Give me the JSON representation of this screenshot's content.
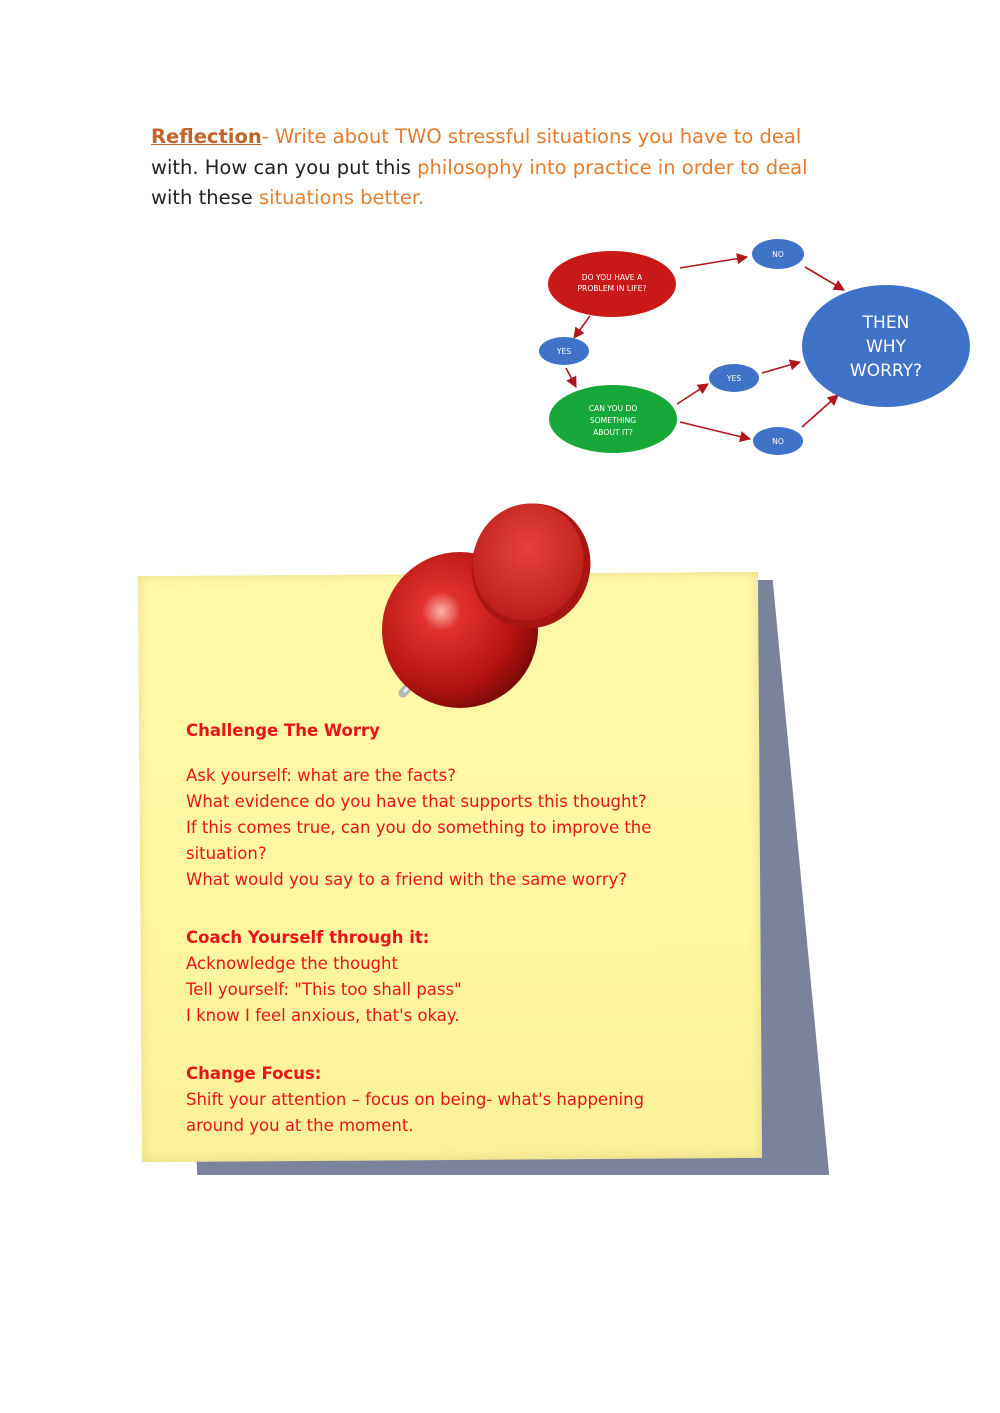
{
  "reflection": {
    "heading": "Reflection",
    "line1_rest": "- Write about TWO stressful situations you have to deal",
    "line2_a": "with. How can you put this ",
    "line2_b": "philosophy into practice in order to deal",
    "line3_a": "with these ",
    "line3_b": "situations better."
  },
  "flowchart": {
    "problem": [
      "DO YOU HAVE A",
      "PROBLEM IN LIFE?"
    ],
    "can_do": [
      "CAN YOU DO",
      "SOMETHING",
      "ABOUT IT?"
    ],
    "then_why": [
      "THEN",
      "WHY",
      "WORRY?"
    ],
    "no_top": "NO",
    "yes_left": "YES",
    "yes_right": "YES",
    "no_bottom": "NO",
    "colors": {
      "problem": "#c81818",
      "can_do": "#18a83a",
      "blue": "#3e73c8",
      "arrow": "#b3151c"
    }
  },
  "note": {
    "challenge_title": "Challenge The Worry",
    "challenge_lines": [
      "Ask yourself: what are the facts?",
      "What evidence do you have that supports this thought?",
      "If this comes true, can you do something to improve the",
      "situation?",
      "What would you say to a friend with the same worry?"
    ],
    "coach_title": "Coach Yourself through it:",
    "coach_lines": [
      "Acknowledge the thought",
      "Tell yourself: \"This too shall pass\"",
      "I know I feel anxious, that's okay."
    ],
    "focus_title": "Change Focus:",
    "focus_lines": [
      "Shift your attention – focus on being- what's happening",
      "around you at the moment."
    ],
    "colors": {
      "paper": "#fff7a3",
      "text": "#e8141b",
      "shadow": "#7a8399",
      "pin": "#d42a26"
    }
  }
}
